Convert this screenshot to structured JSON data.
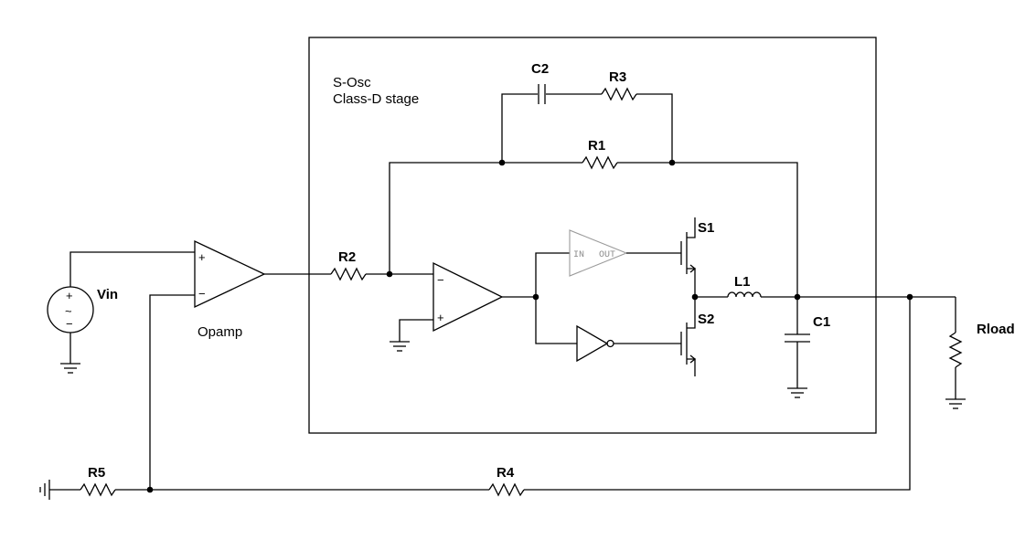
{
  "stage": {
    "title_line1": "S-Osc",
    "title_line2": "Class-D  stage"
  },
  "labels": {
    "vin": "Vin",
    "opamp": "Opamp",
    "r1": "R1",
    "r2": "R2",
    "r3": "R3",
    "r4": "R4",
    "r5": "R5",
    "c1": "C1",
    "c2": "C2",
    "l1": "L1",
    "s1": "S1",
    "s2": "S2",
    "rload": "Rload"
  },
  "opamp_pins": {
    "plus": "+",
    "minus": "−"
  },
  "comparator_pins": {
    "minus": "−",
    "plus": "+"
  },
  "source_signs": {
    "plus": "+",
    "minus": "−",
    "wave": "~"
  },
  "buffer": {
    "in": "IN",
    "out": "OUT"
  },
  "colors": {
    "wire": "#000000",
    "buffer_stroke": "#9a9a9a"
  }
}
